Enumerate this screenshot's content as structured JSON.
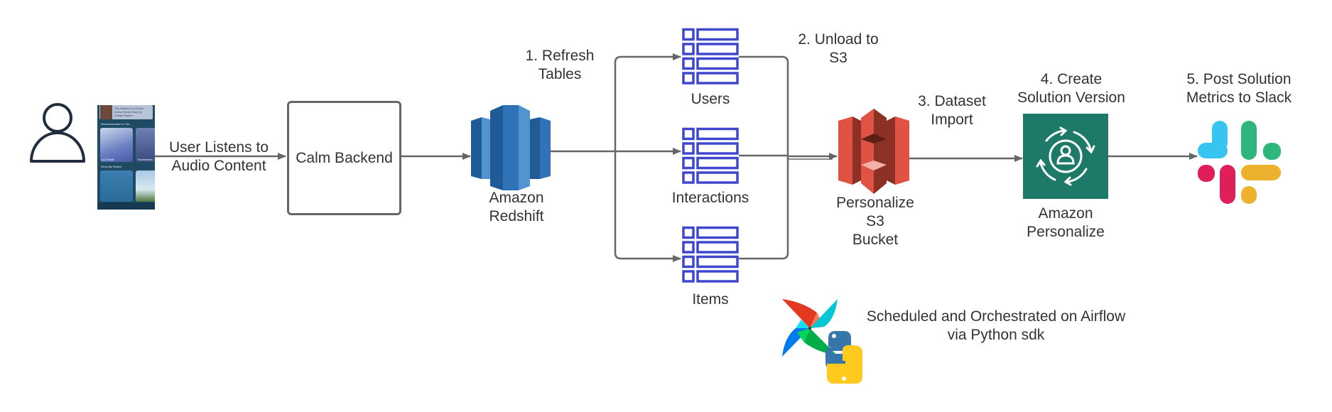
{
  "diagram": {
    "nodes": {
      "user": {
        "icon": "user-icon"
      },
      "phone": {
        "header_title": "The History of a Dream",
        "header_sub": "A New Sleep Story by",
        "header_sub2": "Scottie Pippen",
        "section1": "Recommended for You",
        "card1": "Lo-Fi Beats",
        "card2": "Thunderstorm",
        "section2": "Recently Played"
      },
      "calm_backend": {
        "label": "Calm Backend"
      },
      "redshift": {
        "line1": "Amazon",
        "line2": "Redshift"
      },
      "users_table": {
        "label": "Users"
      },
      "interactions_table": {
        "label": "Interactions"
      },
      "items_table": {
        "label": "Items"
      },
      "s3": {
        "line1": "Personalize",
        "line2": "S3",
        "line3": "Bucket"
      },
      "personalize": {
        "line1": "Amazon",
        "line2": "Personalize"
      },
      "slack": {
        "icon": "slack-icon"
      }
    },
    "edges": {
      "user_to_backend": {
        "line1": "User Listens to",
        "line2": "Audio Content"
      },
      "refresh": {
        "line1": "1. Refresh",
        "line2": "Tables"
      },
      "unload": {
        "line1": "2. Unload to",
        "line2": "S3"
      },
      "import": {
        "line1": "3. Dataset",
        "line2": "Import"
      },
      "create": {
        "line1": "4. Create",
        "line2": "Solution Version"
      },
      "post": {
        "line1": "5. Post Solution",
        "line2": "Metrics to Slack"
      }
    },
    "footer": {
      "line1": "Scheduled and Orchestrated on Airflow",
      "line2": "via Python sdk"
    },
    "colors": {
      "edge": "#666666",
      "table": "#3F48CC",
      "redshift_dark": "#205B98",
      "redshift_mid": "#2E73B8",
      "redshift_light": "#5294CF",
      "s3_light": "#E05243",
      "s3_dark": "#8C3123",
      "personalize": "#1D7A68"
    }
  }
}
